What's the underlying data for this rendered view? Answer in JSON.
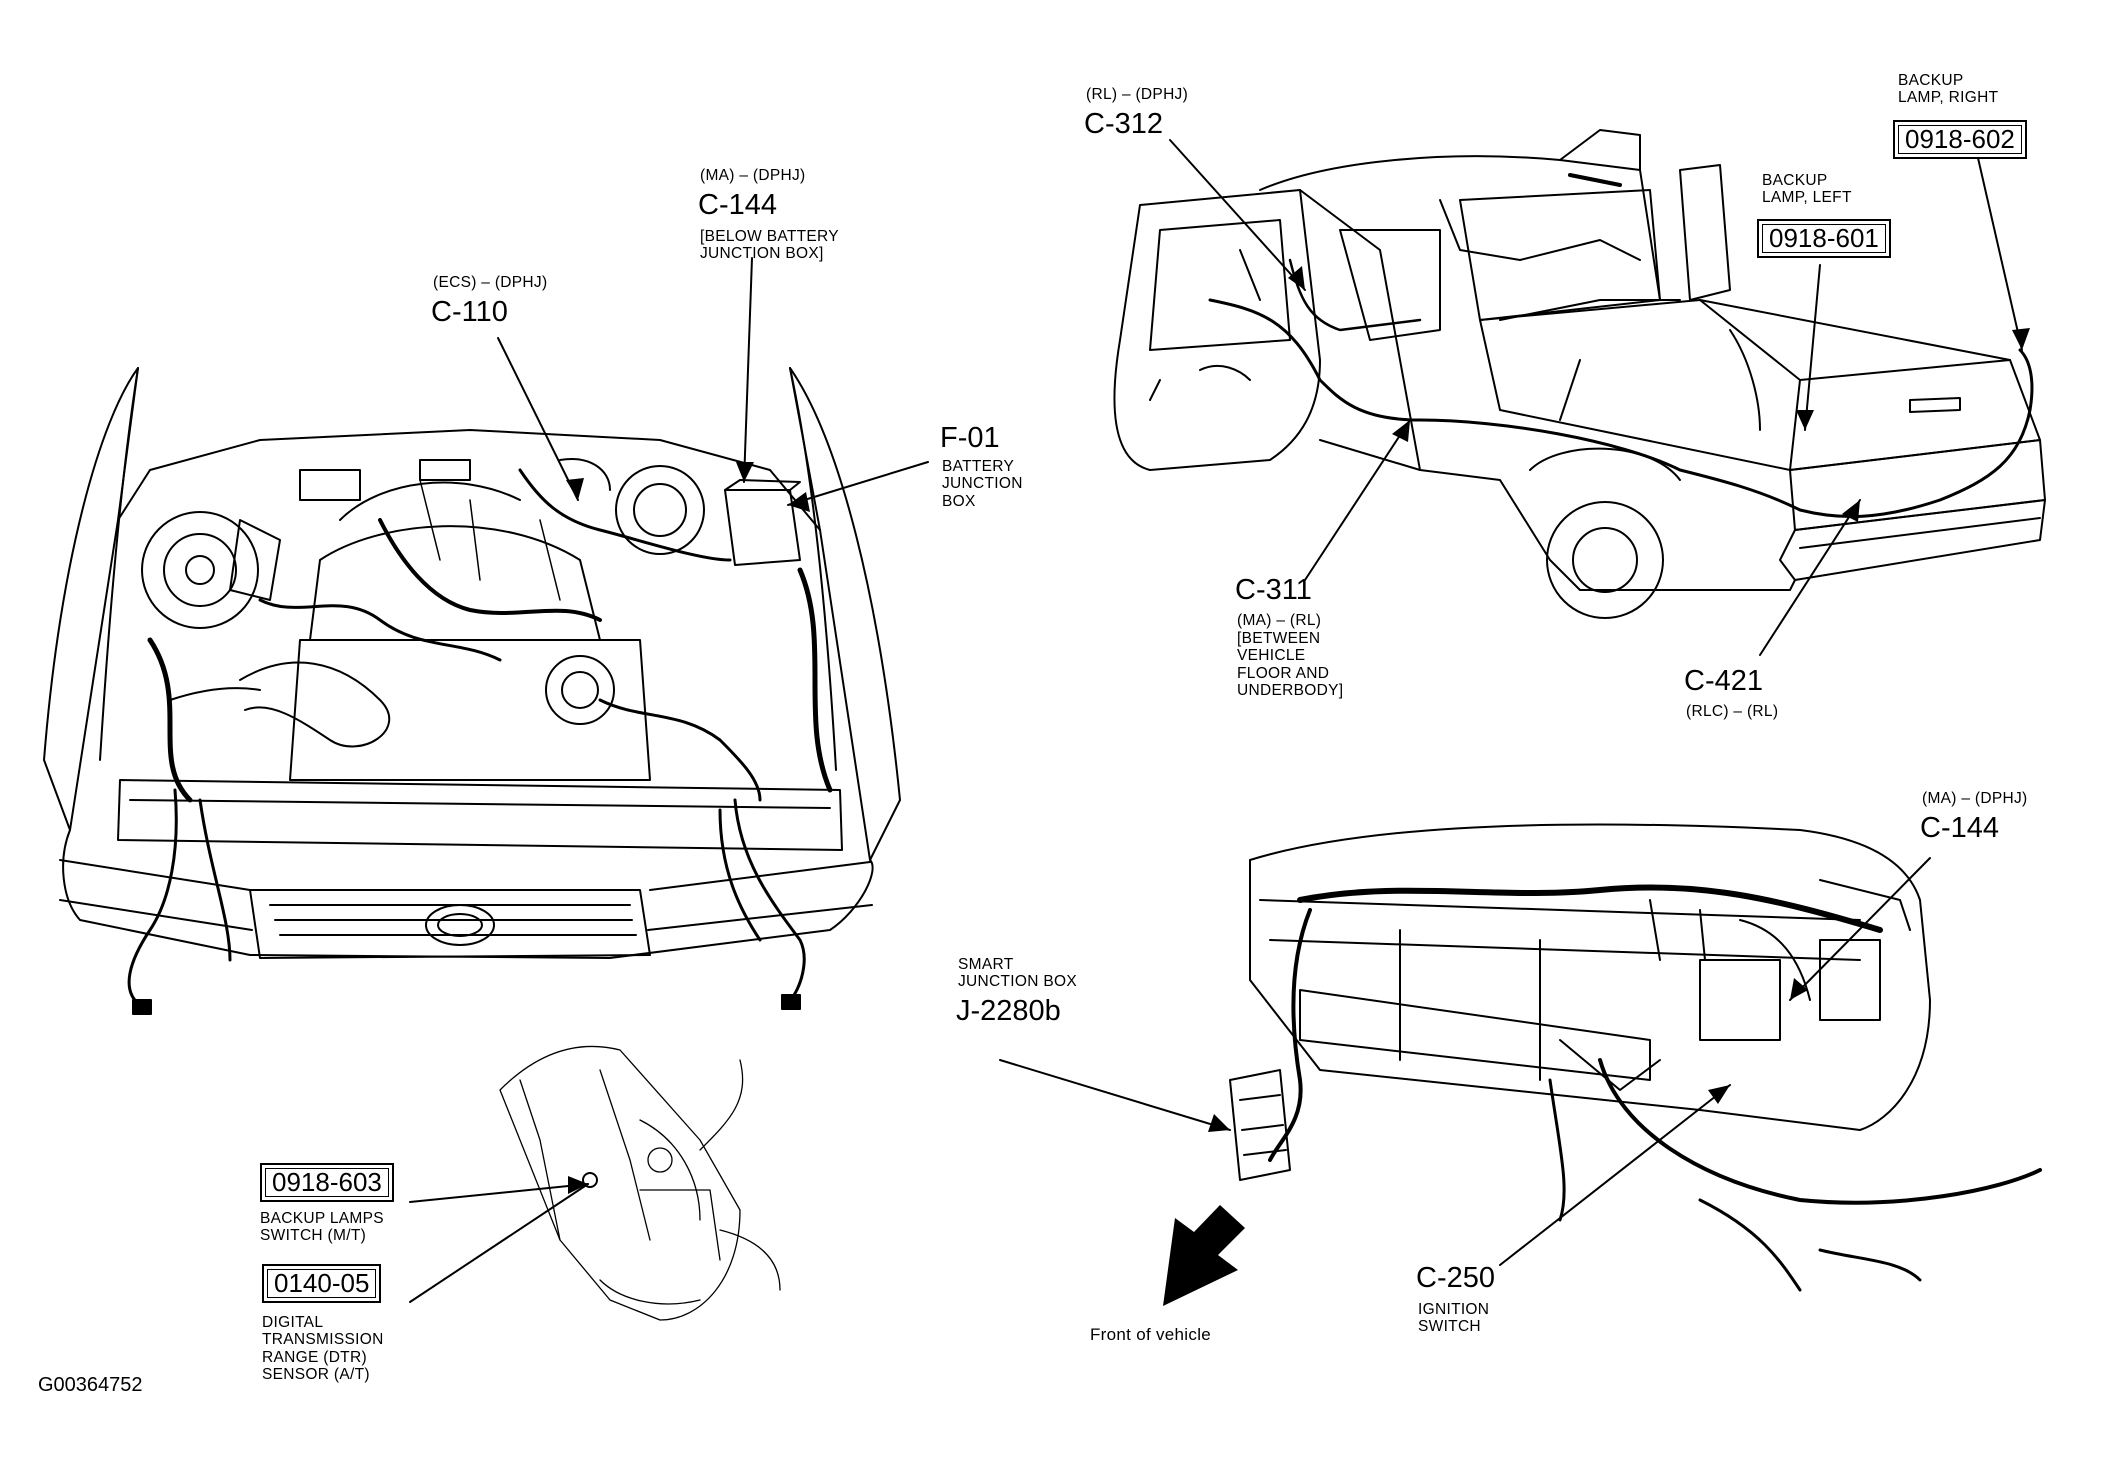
{
  "figure_id": "G00364752",
  "front_label": "Front of vehicle",
  "callouts": {
    "c110": {
      "code": "(ECS) – (DPHJ)",
      "id": "C-110"
    },
    "c144_top": {
      "code": "(MA) – (DPHJ)",
      "id": "C-144",
      "note": [
        "[BELOW BATTERY",
        "JUNCTION BOX]"
      ]
    },
    "f01": {
      "id": "F-01",
      "note": [
        "BATTERY",
        "JUNCTION",
        "BOX"
      ]
    },
    "c312": {
      "code": "(RL) – (DPHJ)",
      "id": "C-312"
    },
    "c311": {
      "id": "C-311",
      "code": "(MA) – (RL)",
      "note": [
        "[BETWEEN",
        "VEHICLE",
        "FLOOR AND",
        "UNDERBODY]"
      ]
    },
    "c421": {
      "id": "C-421",
      "code": "(RLC) – (RL)"
    },
    "backup_right": {
      "note": [
        "BACKUP",
        "LAMP, RIGHT"
      ],
      "box": "0918-602"
    },
    "backup_left": {
      "note": [
        "BACKUP",
        "LAMP, LEFT"
      ],
      "box": "0918-601"
    },
    "c144_dash": {
      "code": "(MA) – (DPHJ)",
      "id": "C-144"
    },
    "j2280b": {
      "note": [
        "SMART",
        "JUNCTION BOX"
      ],
      "id": "J-2280b"
    },
    "c250": {
      "id": "C-250",
      "note": [
        "IGNITION",
        "SWITCH"
      ]
    },
    "sw_0918_603": {
      "box": "0918-603",
      "note": [
        "BACKUP LAMPS",
        "SWITCH (M/T)"
      ]
    },
    "dtr_0140_05": {
      "box": "0140-05",
      "note": [
        "DIGITAL",
        "TRANSMISSION",
        "RANGE (DTR)",
        "SENSOR (A/T)"
      ]
    }
  }
}
